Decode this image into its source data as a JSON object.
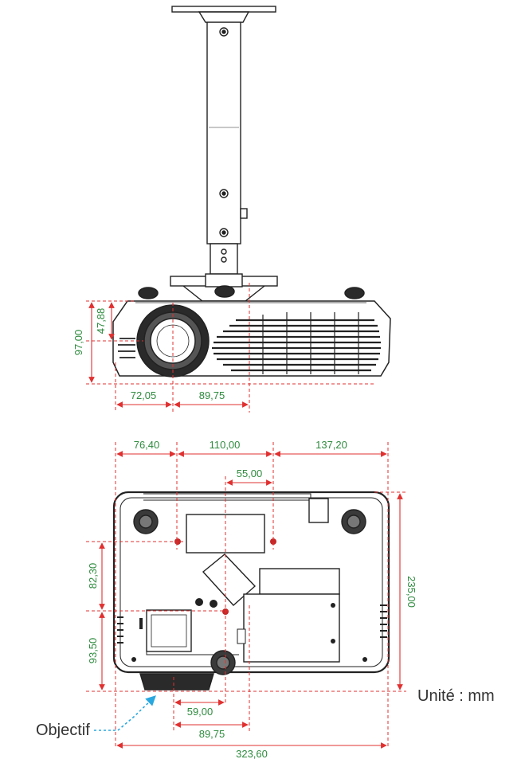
{
  "colors": {
    "dimension_line": "#e03030",
    "dimension_text": "#2e8b3e",
    "outline": "#222222",
    "body_fill": "#ffffff",
    "dark_fill": "#2a2a2a",
    "caption_text": "#333333",
    "lens_arrow": "#29a8e0"
  },
  "labels": {
    "unit": "Unité : mm",
    "lens": "Objectif"
  },
  "front_view": {
    "height_total": "97,00",
    "height_lens": "47,88",
    "width_left": "72,05",
    "width_right": "89,75"
  },
  "bottom_view": {
    "top_left": "76,40",
    "top_mid": "110,00",
    "top_right": "137,20",
    "hole_offset": "55,00",
    "left_upper": "82,30",
    "left_lower": "93,50",
    "right_depth": "235,00",
    "lens_offset": "59,00",
    "lens_center": "89,75",
    "total_width": "323,60"
  }
}
